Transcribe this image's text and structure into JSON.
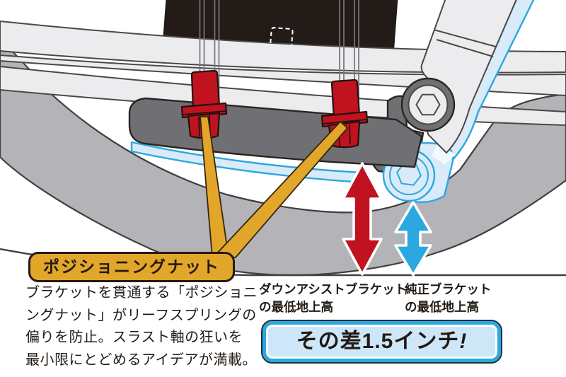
{
  "colors": {
    "gold": "#E2A62A",
    "red": "#C1121F",
    "blue": "#2BA7E1",
    "light_blue": "#D9EAF8",
    "tire_gray": "#B4B3B7",
    "bracket_gray": "#706F74",
    "spring_gray": "#ECECEE",
    "ink": "#221A14",
    "axle_black": "#231B17"
  },
  "callout": {
    "positioning_nut": "ポジショニングナット"
  },
  "description": {
    "line1": "ブラケットを貫通する「ポジショニ",
    "line2": "ングナット」がリーフスプリングの",
    "line3": "偏りを防止。スラスト軸の狂いを",
    "line4": "最小限にとどめるアイデアが満載。"
  },
  "measurements": {
    "down_assist": {
      "line1": "ダウンアシストブラケット",
      "line2": "の最低地上高"
    },
    "stock": {
      "line1": "純正ブラケット",
      "line2": "の最低地上高"
    },
    "difference": {
      "text": "その差1.5インチ",
      "bang": "!"
    }
  }
}
